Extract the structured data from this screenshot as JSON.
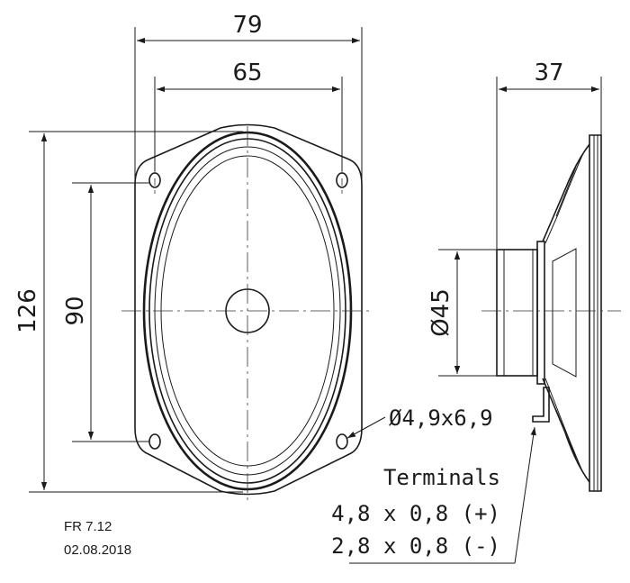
{
  "dimensions": {
    "outer_width": "79",
    "hole_spacing_width": "65",
    "outer_height": "126",
    "hole_spacing_height": "90",
    "depth": "37",
    "magnet_diameter": "Ø45",
    "hole_size": "Ø4,9x6,9"
  },
  "terminals": {
    "title": "Terminals",
    "line1": "4,8 x 0,8 (+)",
    "line2": "2,8 x 0,8 (-)"
  },
  "footer": {
    "model": "FR 7.12",
    "date": "02.08.2018"
  }
}
